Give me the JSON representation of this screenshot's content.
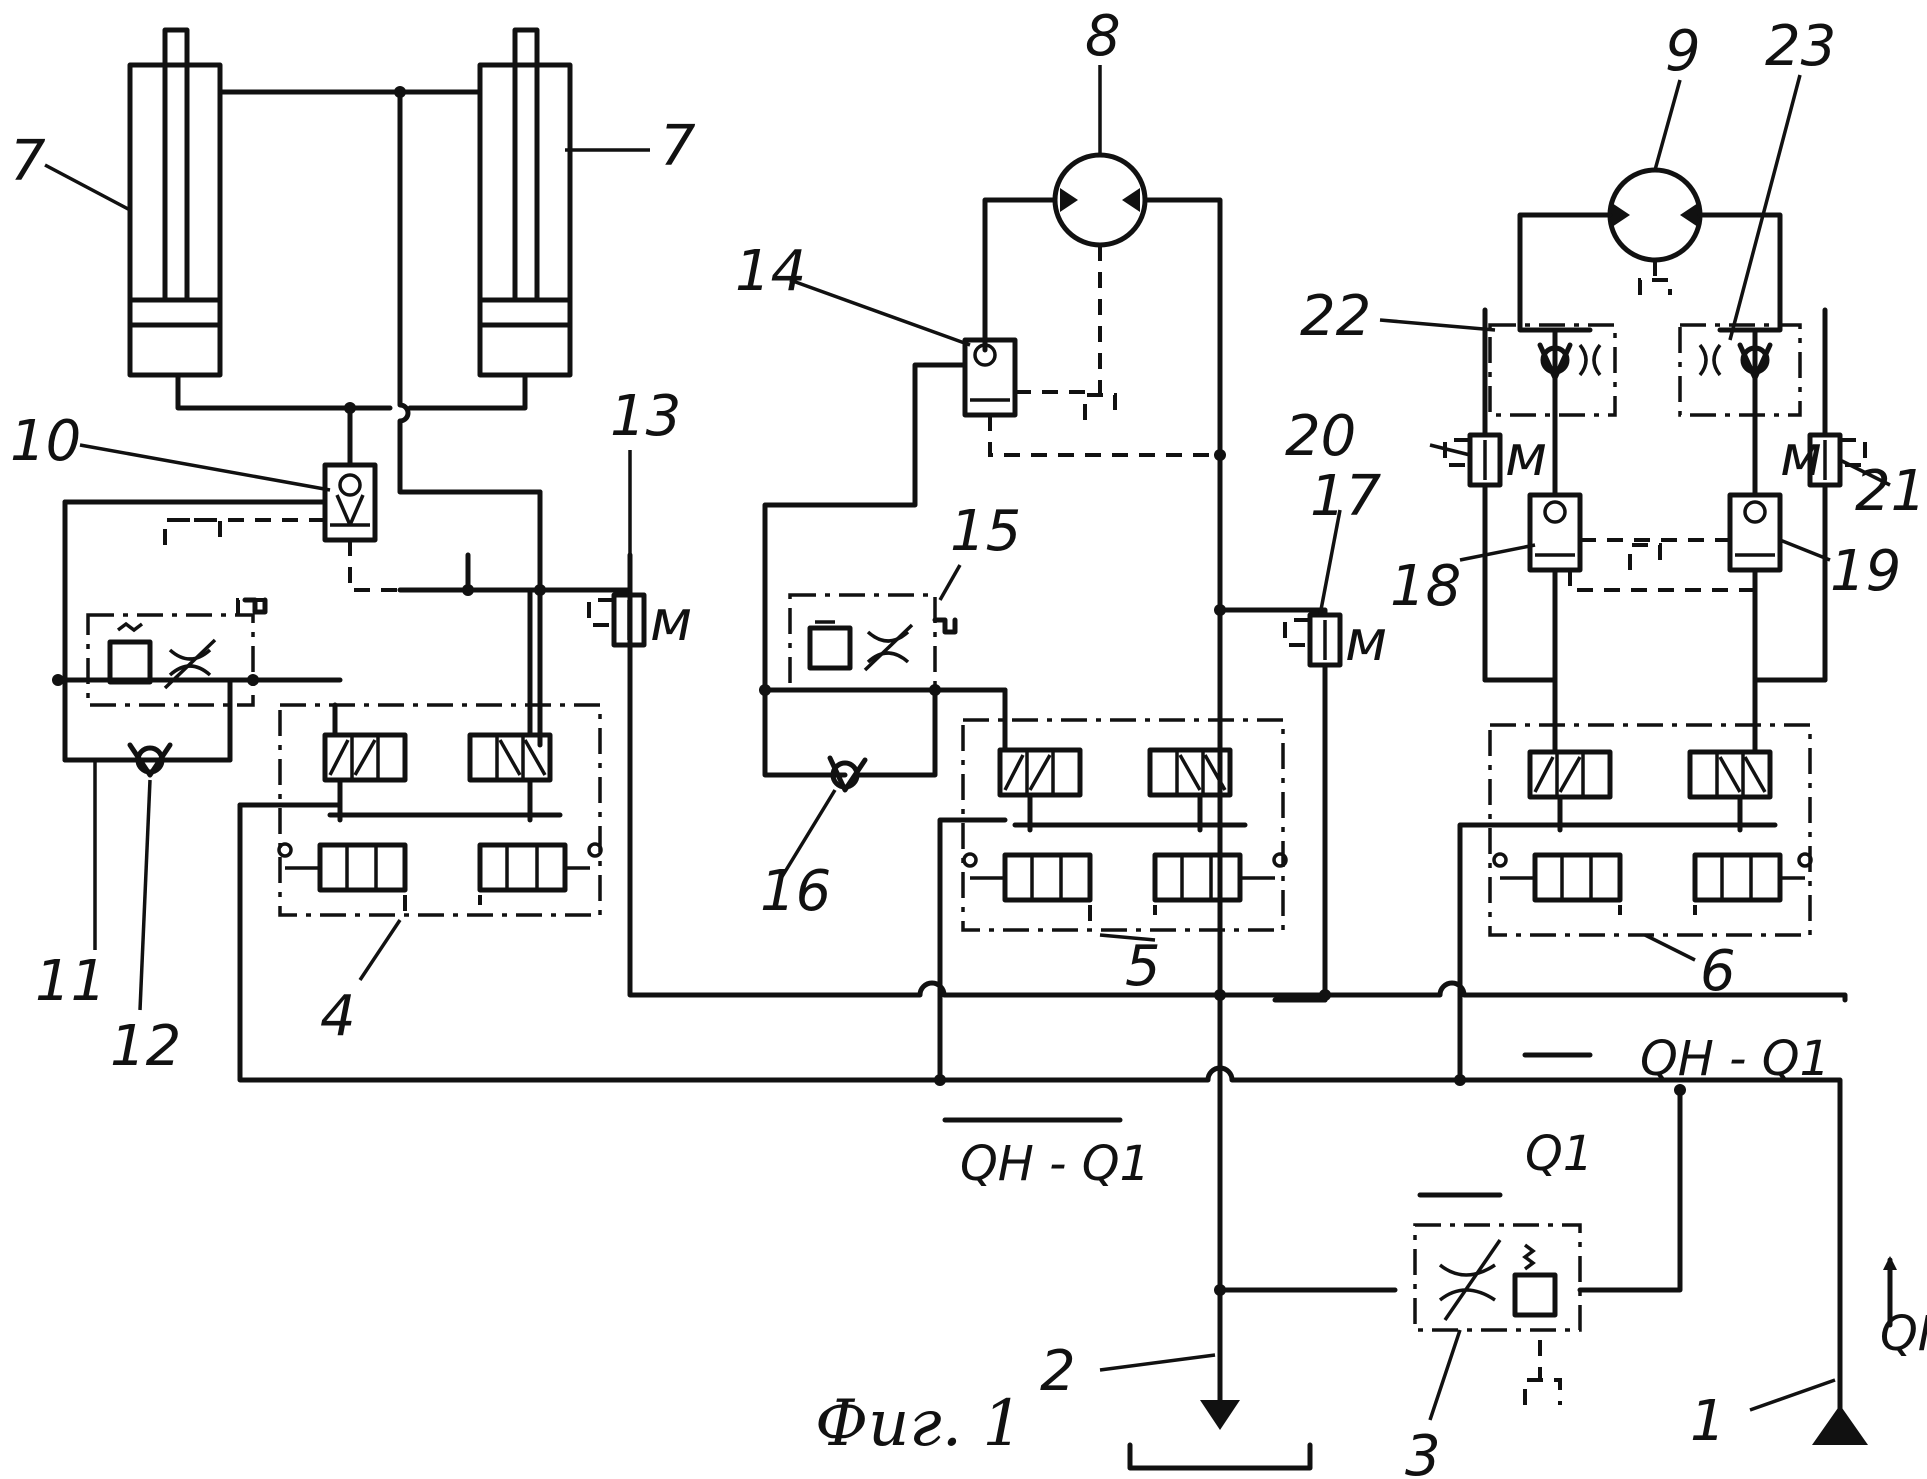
{
  "figure": {
    "caption": "Фиг. 1",
    "labels": {
      "n1": "1",
      "n2": "2",
      "n3": "3",
      "n4": "4",
      "n5": "5",
      "n6": "6",
      "n7a": "7",
      "n7b": "7",
      "n8": "8",
      "n9": "9",
      "n10": "10",
      "n11": "11",
      "n12": "12",
      "n13": "13",
      "n14": "14",
      "n15": "15",
      "n16": "16",
      "n17": "17",
      "n18": "18",
      "n19": "19",
      "n20": "20",
      "n21": "21",
      "n22": "22",
      "n23": "23"
    },
    "flows": {
      "qn_minus_q1_right": "QН - Q1",
      "qn_minus_q1_center": "QН - Q1",
      "q1": "Q1",
      "qn": "QН"
    }
  }
}
